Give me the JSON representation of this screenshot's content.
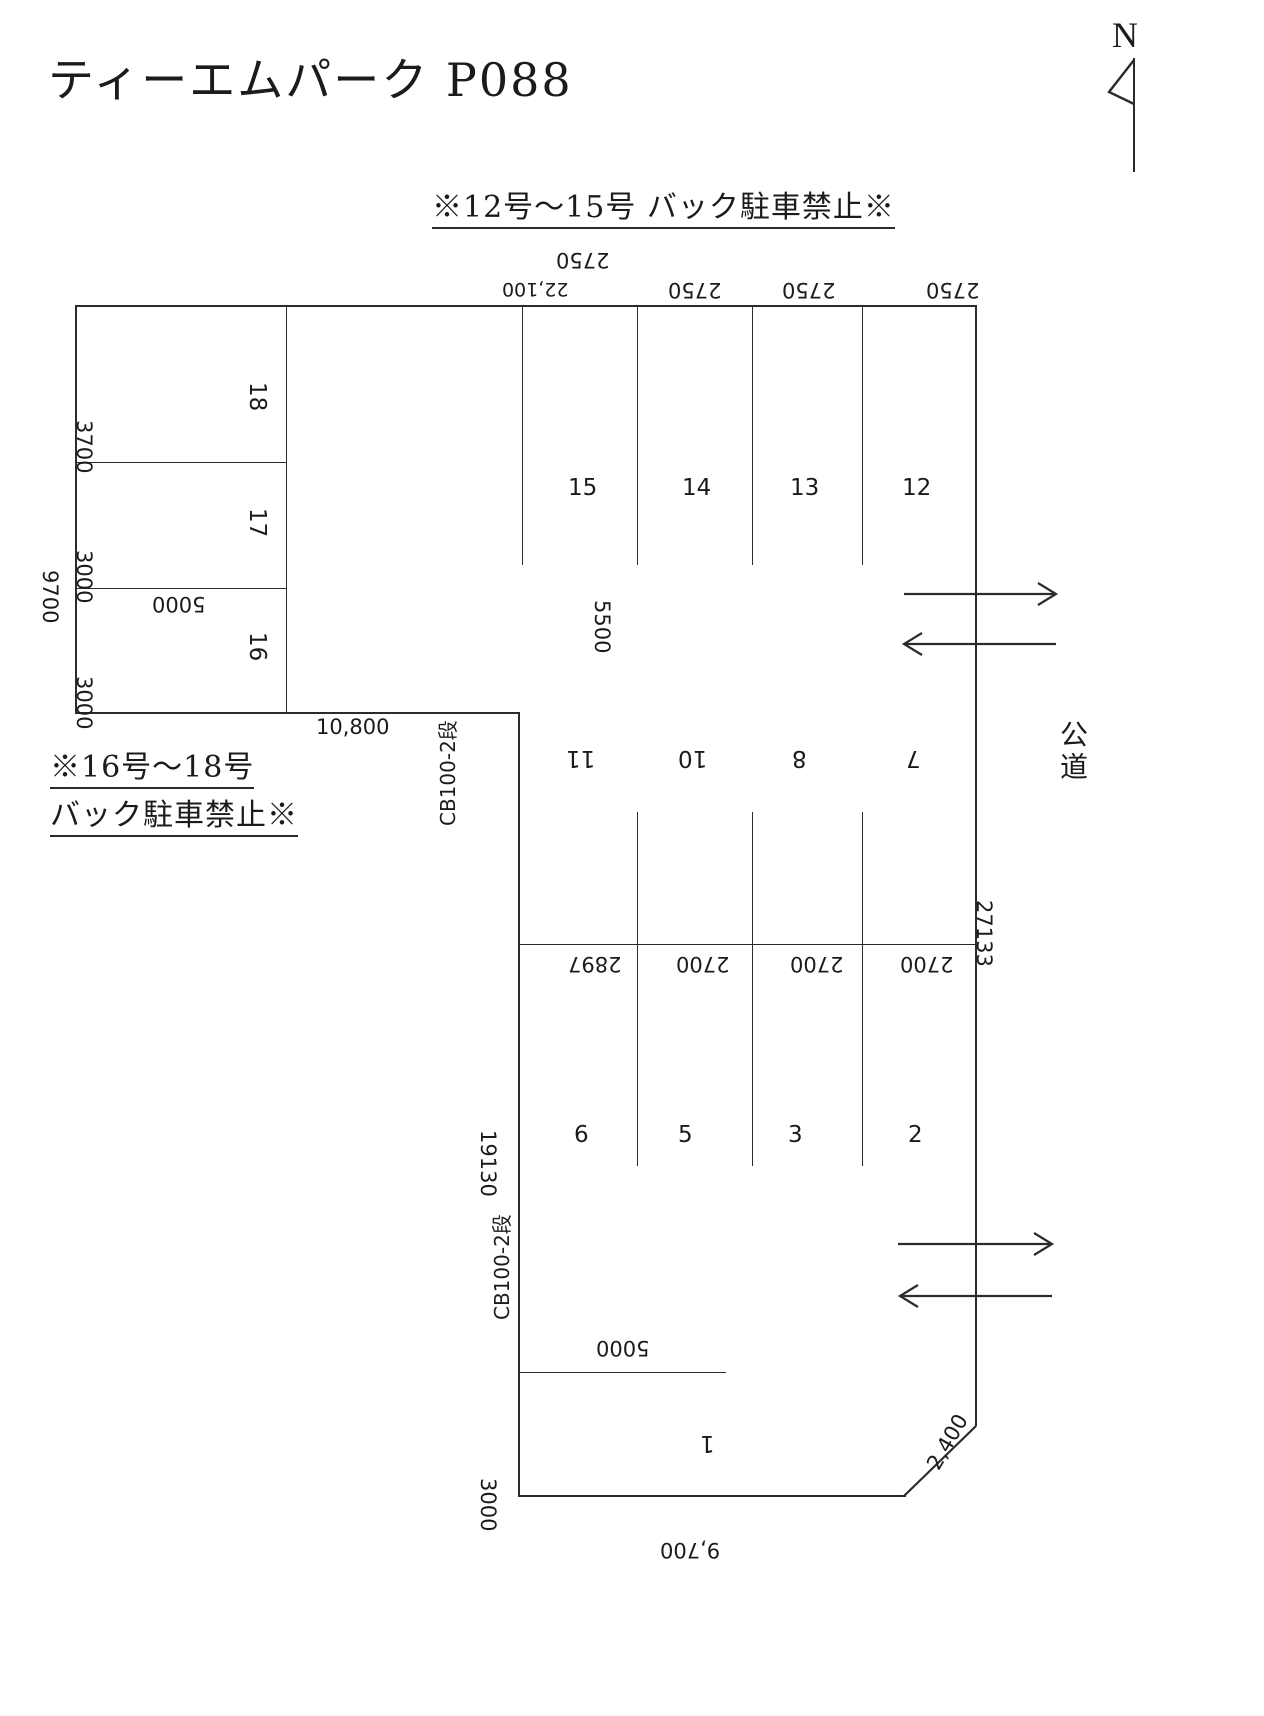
{
  "title": "ティーエムパーク P088",
  "north": {
    "label": "N",
    "icon": "north-arrow-icon"
  },
  "notices": {
    "top": "※12号〜15号 バック駐車禁止※",
    "left_line1": "※16号〜18号",
    "left_line2": "バック駐車禁止※"
  },
  "road_label": "公道",
  "wall_labels": {
    "upper": "CB100-2段",
    "lower": "CB100-2段"
  },
  "stalls": {
    "upper_left": [
      "18",
      "17",
      "16"
    ],
    "upper_right": [
      "15",
      "14",
      "13",
      "12"
    ],
    "middle_right": [
      "11",
      "10",
      "8",
      "7"
    ],
    "lower_right": [
      "6",
      "5",
      "3",
      "2"
    ],
    "bottom": [
      "1"
    ]
  },
  "dimensions": {
    "top_overall": "22,100",
    "top_bays": [
      "2750",
      "2750",
      "2750",
      "2750"
    ],
    "left_overall": "9700",
    "left_rows": [
      "3700",
      "3000",
      "3000"
    ],
    "left_depth_upper": "5000",
    "left_bottom_width": "10,800",
    "aisle_upper": "5500",
    "right_overall": "27133",
    "lower_bays": [
      "2897",
      "2700",
      "2700",
      "2700"
    ],
    "lower_left_height": "19130",
    "bottom_depth": "5000",
    "bottom_row_height": "3000",
    "bottom_width": "9,700",
    "corner_chamfer": "2,400"
  },
  "colors": {
    "ink": "#2b2b2b",
    "paper": "#ffffff"
  }
}
